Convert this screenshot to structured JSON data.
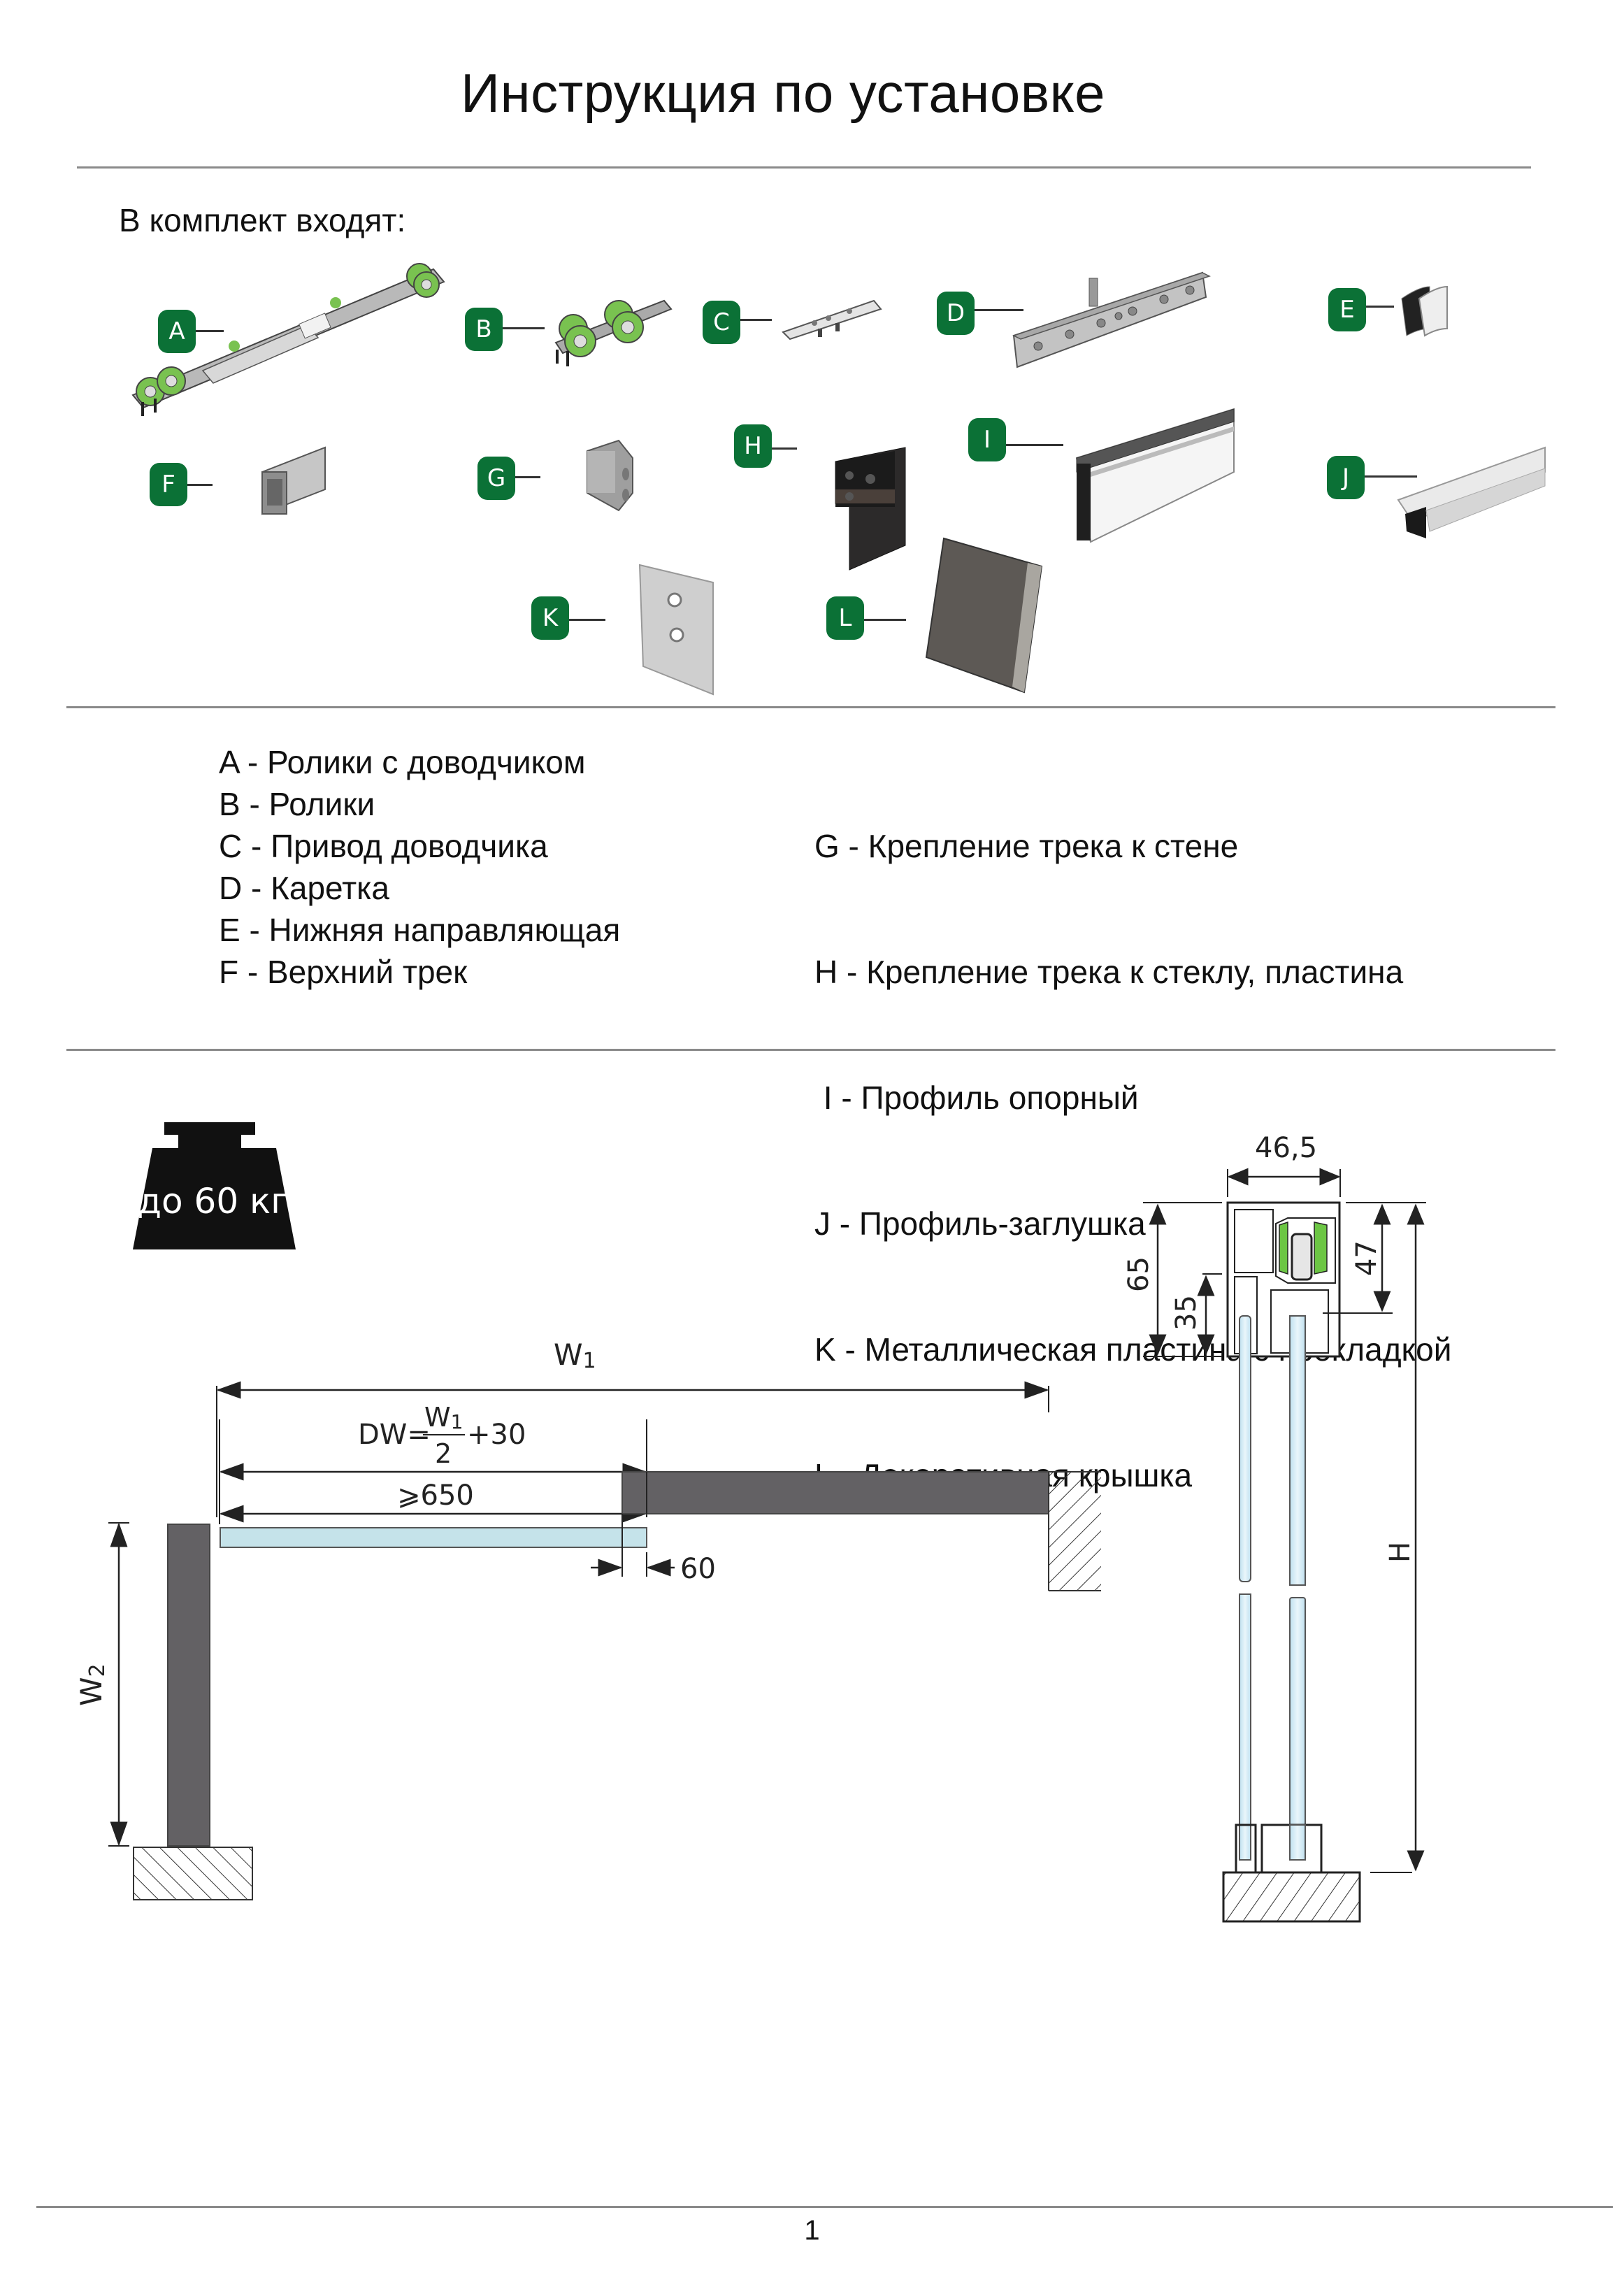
{
  "document": {
    "title": "Инструкция по установке",
    "page_number": "1"
  },
  "kit": {
    "heading": "В комплект входят:",
    "parts": [
      {
        "letter": "A",
        "name": "Ролики с доводчиком"
      },
      {
        "letter": "B",
        "name": "Ролики"
      },
      {
        "letter": "C",
        "name": "Привод доводчика"
      },
      {
        "letter": "D",
        "name": "Каретка"
      },
      {
        "letter": "E",
        "name": "Нижняя направляющая"
      },
      {
        "letter": "F",
        "name": "Верхний трек"
      },
      {
        "letter": "G",
        "name": "Крепление трека к стене"
      },
      {
        "letter": "H",
        "name": "Крепление трека к стеклу, пластина"
      },
      {
        "letter": "I",
        "name": "Профиль опорный"
      },
      {
        "letter": "J",
        "name": "Профиль-заглушка"
      },
      {
        "letter": "K",
        "name": "Металлическая пластина с прокладкой"
      },
      {
        "letter": "L",
        "name": "Декоративная крышка"
      }
    ]
  },
  "legend": {
    "left": [
      "A - Ролики с доводчиком",
      "B - Ролики",
      "C - Привод доводчика",
      "D - Каретка",
      "E - Нижняя направляющая",
      "F - Верхний трек"
    ],
    "right": [
      "G - Крепление трека к стене",
      "H - Крепление трека к стеклу, пластина",
      " I - Профиль опорный",
      "J - Профиль-заглушка",
      "K - Металлическая пластина с прокладкой",
      "L - Декоративная крышка"
    ]
  },
  "weight_limit": {
    "label": "до 60 кг",
    "value_kg": 60
  },
  "plan_diagram": {
    "w1_label": "W",
    "w1_sub": "1",
    "w2_label": "W",
    "w2_sub": "2",
    "dw_prefix": "DW=",
    "dw_numerator": "W",
    "dw_numerator_sub": "1",
    "dw_denominator": "2",
    "dw_suffix": "+30",
    "min_length_label": "⩾650",
    "overlap_label": "60"
  },
  "section_diagram": {
    "width_label": "46,5",
    "height_65_label": "65",
    "height_35_label": "35",
    "height_47_label": "47",
    "total_height_label": "H"
  },
  "colors": {
    "badge_green": "#0b7136",
    "roller_green": "#6cc644",
    "glass_blue": "#c5e3ea",
    "wall_gray": "#636164"
  }
}
